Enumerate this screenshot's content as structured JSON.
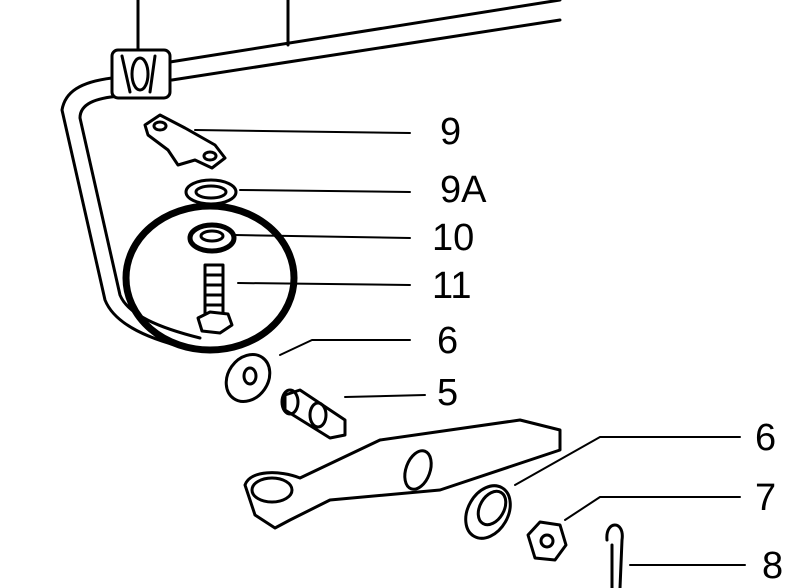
{
  "diagram": {
    "callouts": [
      {
        "id": "c9",
        "label": "9"
      },
      {
        "id": "c9a",
        "label": "9A"
      },
      {
        "id": "c10",
        "label": "10"
      },
      {
        "id": "c11",
        "label": "11"
      },
      {
        "id": "c6a",
        "label": "6"
      },
      {
        "id": "c5",
        "label": "5"
      },
      {
        "id": "c6b",
        "label": "6"
      },
      {
        "id": "c7",
        "label": "7"
      },
      {
        "id": "c8",
        "label": "8"
      }
    ],
    "colors": {
      "ink": "#000000",
      "paper": "#ffffff"
    }
  }
}
